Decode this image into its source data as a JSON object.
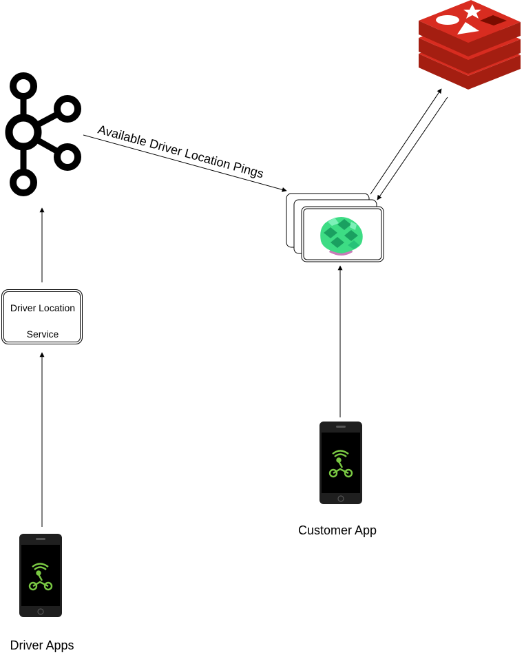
{
  "nodes": {
    "driver_location_service": {
      "line1": "Driver Location",
      "line2": "Service"
    },
    "customer_app": {
      "label": "Customer App"
    },
    "driver_apps": {
      "label": "Driver Apps"
    }
  },
  "edges": {
    "kafka_to_consumer": {
      "label": "Available Driver Location Pings"
    }
  },
  "colors": {
    "line": "#000000",
    "redis_top": "#d82c20",
    "redis_side": "#a41e11",
    "phone_body": "#1f1f1f",
    "phone_screen": "#000000",
    "rider_icon": "#7ac943",
    "artichoke_green": "#3ddc84",
    "artichoke_pink": "#c97bb8"
  },
  "icons": {
    "kafka": "kafka-logo-icon",
    "redis": "redis-logo-icon",
    "service": "artichoke-service-icon",
    "phone": "smartphone-icon",
    "rider": "motorbike-rider-icon"
  }
}
